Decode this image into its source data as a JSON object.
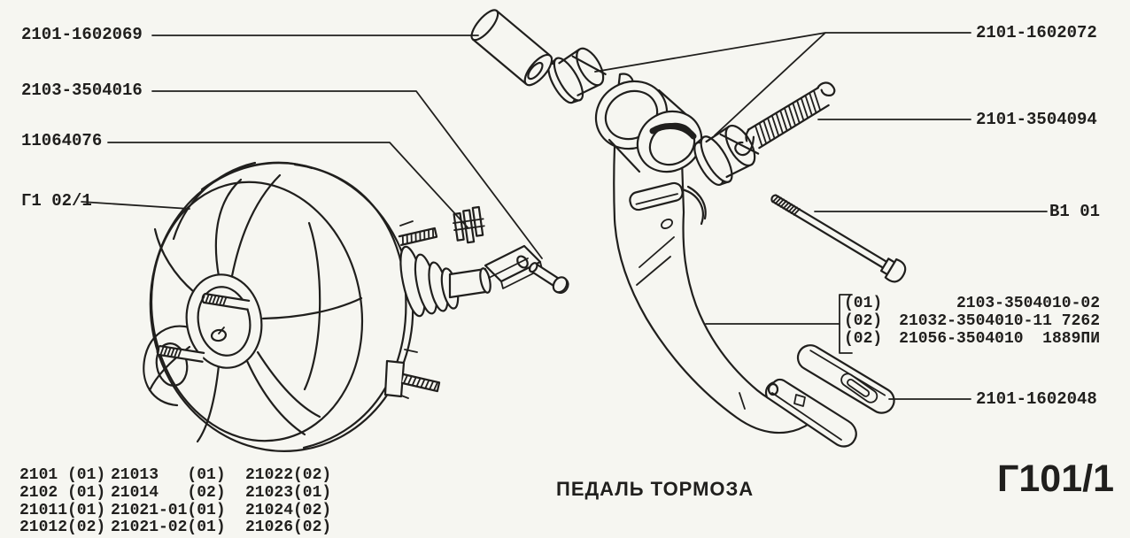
{
  "page": {
    "title": "ПЕДАЛЬ ТОРМОЗА",
    "page_code": "Г101/1",
    "background_color": "#f6f6f1",
    "ink_color": "#201f1d"
  },
  "callouts": {
    "left": [
      {
        "label": "2101-1602069"
      },
      {
        "label": "2103-3504016"
      },
      {
        "label": "11064076"
      },
      {
        "label": "Г1 02/1"
      }
    ],
    "right": [
      {
        "label": "2101-1602072"
      },
      {
        "label": "2101-3504094"
      },
      {
        "label": "В1 01"
      },
      {
        "label": "2101-1602048"
      }
    ]
  },
  "variant_list": {
    "rows": [
      {
        "code": "(01)",
        "number": "2103-3504010-02"
      },
      {
        "code": "(02)",
        "number": "21032-3504010-11 7262"
      },
      {
        "code": "(02)",
        "number": "21056-3504010  1889ПИ"
      }
    ]
  },
  "applicability": {
    "rows": [
      {
        "c1": "2101 (01)",
        "c2": "21013   (01)",
        "c3": "21022(02)"
      },
      {
        "c1": "2102 (01)",
        "c2": "21014   (02)",
        "c3": "21023(01)"
      },
      {
        "c1": "21011(01)",
        "c2": "21021-01(01)",
        "c3": "21024(02)"
      },
      {
        "c1": "21012(02)",
        "c2": "21021-02(01)",
        "c3": "21026(02)"
      }
    ]
  }
}
